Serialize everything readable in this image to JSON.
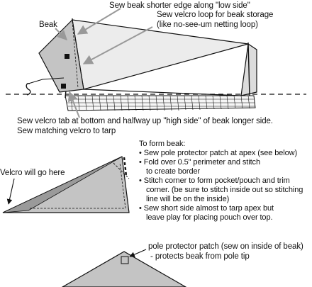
{
  "labels": {
    "beak": "Beak",
    "sew_shorter_edge": "Sew beak shorter edge along \"low side\"",
    "velcro_loop_1": "Sew velcro loop for beak storage",
    "velcro_loop_2": "(like no-see-um netting loop)",
    "velcro_tab_1": "Sew velcro tab at bottom and halfway up \"high side\" of beak longer side.",
    "velcro_tab_2": "Sew matching velcro to tarp",
    "velcro_here": "Velcro will go here",
    "pole_patch_1": "pole protector patch (sew on inside of beak)",
    "pole_patch_2": "- protects beak from pole tip"
  },
  "instructions": {
    "title": "To form beak:",
    "lines": [
      "• Sew pole protector patch at apex (see below)",
      "• Fold over 0.5\" perimeter and stitch",
      "to create border",
      "• Stitch corner to form pocket/pouch and trim",
      "corner.  (be sure to stitch inside out so stitching",
      "line will be on the inside)",
      "• Sew short side almost to tarp apex but",
      "leave play for placing pouch over top."
    ]
  },
  "colors": {
    "gray_fill": "#c4c4c4",
    "light_fill": "#ececec",
    "stroke": "#111111",
    "arrow": "#999999"
  }
}
